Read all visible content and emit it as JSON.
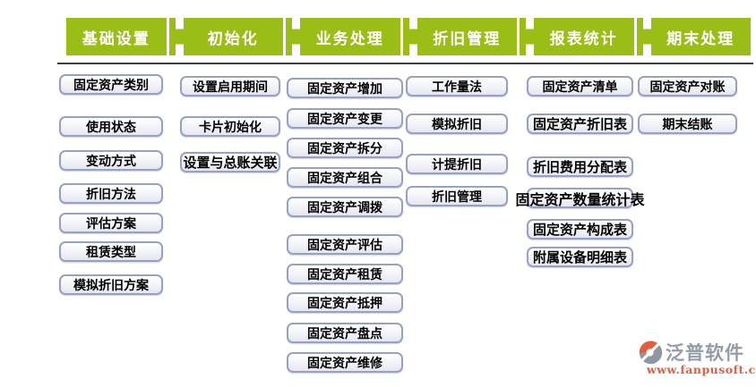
{
  "menu": {
    "tabs": [
      {
        "label": "基础设置",
        "items": [
          "固定资产类别",
          "使用状态",
          "变动方式",
          "折旧方法",
          "评估方案",
          "租赁类型",
          "模拟折旧方案"
        ]
      },
      {
        "label": "初始化",
        "items": [
          "设置启用期间",
          "卡片初始化",
          "设置与总账关联"
        ]
      },
      {
        "label": "业务处理",
        "items": [
          "固定资产增加",
          "固定资产变更",
          "固定资产拆分",
          "固定资产组合",
          "固定资产调拨",
          "固定资产评估",
          "固定资产租赁",
          "固定资产抵押",
          "固定资产盘点",
          "固定资产维修"
        ]
      },
      {
        "label": "折旧管理",
        "items": [
          "工作量法",
          "模拟折旧",
          "计提折旧",
          "折旧管理"
        ]
      },
      {
        "label": "报表统计",
        "items": [
          "固定资产清单",
          "固定资产折旧表",
          "折旧费用分配表",
          "固定资产数量统计表",
          "固定资产构成表",
          "附属设备明细表"
        ]
      },
      {
        "label": "期末处理",
        "items": [
          "固定资产对账",
          "期末结账"
        ]
      }
    ]
  },
  "watermark": {
    "brand": "泛普软件",
    "url": "www.fanpusoft.com"
  },
  "colors": {
    "tab_green": "#9BBE16",
    "node_border": "#97A1C5",
    "underline": "#3D3D3D",
    "brand_gray": "#939CA7",
    "brand_orange": "#E05F3C"
  }
}
